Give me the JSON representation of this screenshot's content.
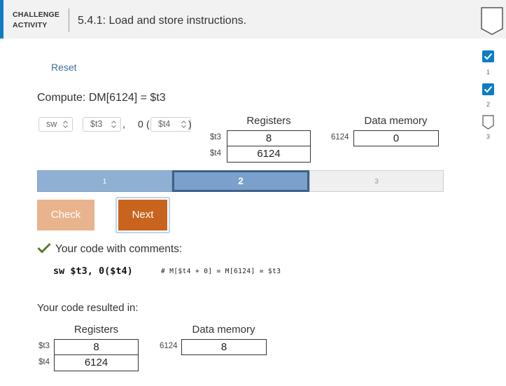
{
  "header": {
    "badge_line1": "CHALLENGE",
    "badge_line2": "ACTIVITY",
    "title": "5.4.1: Load and store instructions."
  },
  "progress_markers": [
    {
      "label": "1",
      "state": "completed"
    },
    {
      "label": "2",
      "state": "completed"
    },
    {
      "label": "3",
      "state": "empty"
    }
  ],
  "reset_label": "Reset",
  "compute_text": "Compute: DM[6124] = $t3",
  "instruction": {
    "opcode": "sw",
    "reg1": "$t3",
    "comma": ",",
    "offset": "0",
    "open_paren": "(",
    "reg2": "$t4",
    "close_paren": ")"
  },
  "registers_panel": {
    "header": "Registers",
    "rows": [
      {
        "label": "$t3",
        "value": "8"
      },
      {
        "label": "$t4",
        "value": "6124"
      }
    ]
  },
  "memory_panel": {
    "header": "Data memory",
    "rows": [
      {
        "address": "6124",
        "value": "0"
      }
    ]
  },
  "steps": [
    {
      "label": "1",
      "state": "done"
    },
    {
      "label": "2",
      "state": "current"
    },
    {
      "label": "3",
      "state": "pending"
    }
  ],
  "buttons": {
    "check": "Check",
    "next": "Next"
  },
  "feedback": {
    "heading": "Your code with comments:",
    "code": "sw $t3, 0($t4)",
    "comment": "# M[$t4 + 0] = M[6124] = $t3"
  },
  "result": {
    "heading": "Your code resulted in:",
    "registers_header": "Registers",
    "registers": [
      {
        "label": "$t3",
        "value": "8"
      },
      {
        "label": "$t4",
        "value": "6124"
      }
    ],
    "memory_header": "Data memory",
    "memory": [
      {
        "address": "6124",
        "value": "8"
      }
    ]
  },
  "colors": {
    "accent": "#0e7cc2",
    "check_button": "#e9b48d",
    "next_button": "#c8641e",
    "step_done": "#8fb0d3",
    "step_current": "#7aa0cb",
    "feedback_check": "#5a7a2e"
  },
  "icons": {
    "header": "shield-outline-icon",
    "completed_marker": "checkbox-checked-icon",
    "empty_marker": "checkbox-empty-icon",
    "feedback": "checkmark-icon",
    "select_arrow": "chevron-updown-icon"
  }
}
